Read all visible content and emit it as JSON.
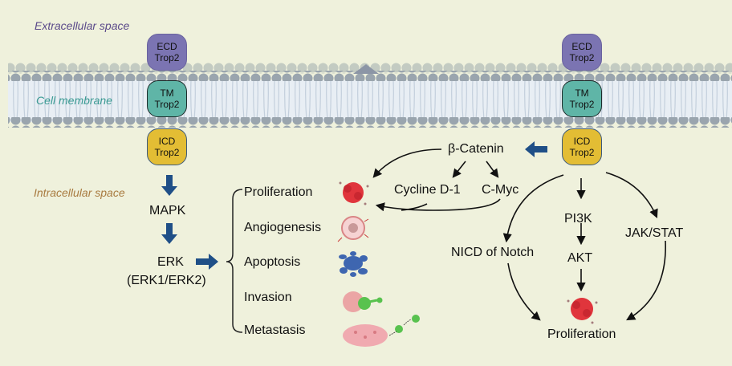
{
  "regions": {
    "extracellular": "Extracellular space",
    "membrane": "Cell membrane",
    "intracellular": "Intracellular space"
  },
  "colors": {
    "background": "#eff1dc",
    "ecd": "#7b74b2",
    "tm": "#5fb5a7",
    "icd": "#e3bd34",
    "block_arrow": "#1f4f87",
    "extracellular_text": "#5b4a8a",
    "membrane_text": "#3a9a93",
    "intracellular_text": "#a87a3f"
  },
  "left_receptor": {
    "ecd": [
      "ECD",
      "Trop2"
    ],
    "tm": [
      "TM",
      "Trop2"
    ],
    "icd": [
      "ICD",
      "Trop2"
    ]
  },
  "right_receptor": {
    "ecd": [
      "ECD",
      "Trop2"
    ],
    "tm": [
      "TM",
      "Trop2"
    ],
    "icd": [
      "ICD",
      "Trop2"
    ]
  },
  "left_pathway": {
    "mapk": "MAPK",
    "erk": "ERK",
    "erk_sub": "(ERK1/ERK2)",
    "outcomes": [
      "Proliferation",
      "Angiogenesis",
      "Apoptosis",
      "Invasion",
      "Metastasis"
    ]
  },
  "right_pathway": {
    "beta_catenin": "β-Catenin",
    "cycline": "Cycline D-1",
    "cmyc": "C-Myc",
    "pi3k": "PI3K",
    "akt": "AKT",
    "notch": "NICD of Notch",
    "jakstat": "JAK/STAT",
    "proliferation": "Proliferation"
  }
}
